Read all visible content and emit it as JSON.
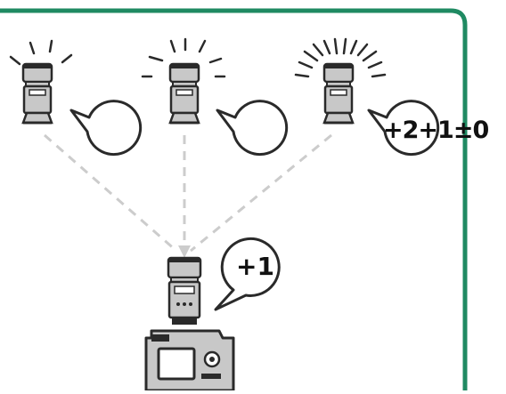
{
  "colors": {
    "frame": "#1f8a62",
    "device_gray": "#c8c8c8",
    "device_dark": "#2a2a2a",
    "dashed_line": "#cccccc",
    "text": "#111111"
  },
  "remote_flashes": [
    {
      "id": "left",
      "bubble_text": "",
      "burst_level": "normal"
    },
    {
      "id": "center",
      "bubble_text": "",
      "burst_level": "normal"
    },
    {
      "id": "right",
      "bubble_text": "+2+1±0",
      "burst_level": "strong"
    }
  ],
  "master": {
    "bubble_text": "+1",
    "icons": [
      "camera-icon",
      "flash-icon"
    ]
  },
  "icons": {
    "flash": "flash-icon",
    "camera": "camera-icon",
    "burst": "light-burst-icon"
  }
}
